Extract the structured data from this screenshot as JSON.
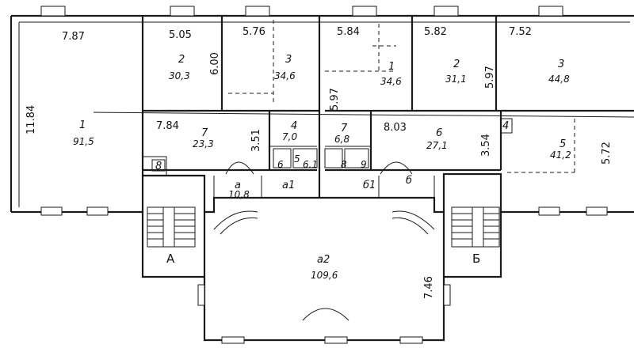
{
  "rooms": {
    "r1_left": {
      "num": "1",
      "area": "91,5"
    },
    "r2_left": {
      "num": "2",
      "area": "30,3"
    },
    "r3_left": {
      "num": "3",
      "area": "34,6"
    },
    "r7_left": {
      "num": "7",
      "area": "23,3"
    },
    "r4_left": {
      "num": "4",
      "area": "7,0"
    },
    "r8_left": {
      "num": "8"
    },
    "a": {
      "num": "а",
      "area": "10,8"
    },
    "a1": {
      "num": "а1"
    },
    "a2": {
      "num": "а2",
      "area": "109,6"
    },
    "r1_right": {
      "num": "1",
      "area": "34,6"
    },
    "r2_right": {
      "num": "2",
      "area": "31,1"
    },
    "r3_right": {
      "num": "3",
      "area": "44,8"
    },
    "r7_right": {
      "num": "7",
      "area": "6,8"
    },
    "r6_right": {
      "num": "6",
      "area": "27,1"
    },
    "r5_right": {
      "num": "5",
      "area": "41,2"
    },
    "r4_right": {
      "num": "4"
    },
    "b": {
      "num": "б"
    },
    "b1": {
      "num": "б1"
    },
    "small_6": {
      "num": "6"
    },
    "small_5": {
      "num": "5"
    },
    "small_61": {
      "num": "6.1"
    },
    "small_9": {
      "num": "9"
    },
    "small_8": {
      "num": "8"
    }
  },
  "dimensions": {
    "d1": "7.87",
    "d2": "5.05",
    "d3": "5.76",
    "d4": "6.00",
    "d5": "5.84",
    "d6": "5.82",
    "d7": "7.52",
    "d8": "5.97",
    "d9": "5.97",
    "d10": "11.84",
    "d11": "7.84",
    "d12": "3.51",
    "d13": "8.03",
    "d14": "3.54",
    "d15": "5.72",
    "d16": "7.46"
  },
  "stairs": {
    "left": "А",
    "right": "Б"
  }
}
